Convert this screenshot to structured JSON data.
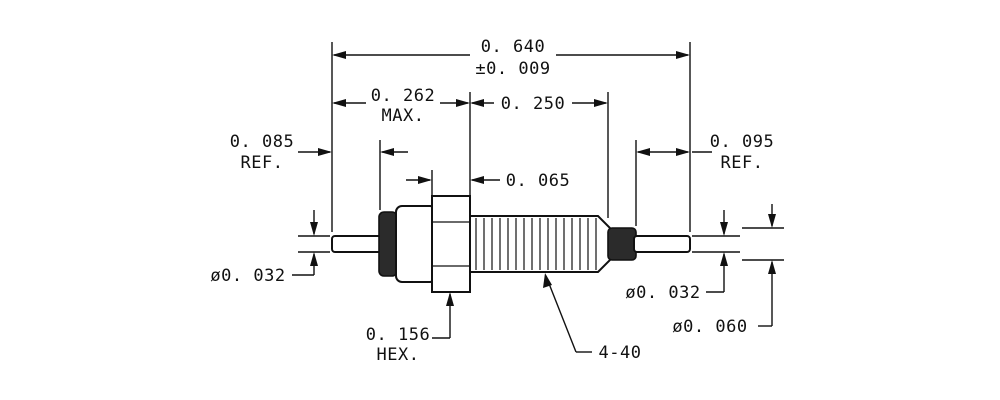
{
  "drawing": {
    "colors": {
      "ink": "#111111",
      "paper": "#ffffff"
    },
    "dimensions": {
      "overall_length": "0. 640",
      "overall_tolerance": "±0. 009",
      "head_length": "0. 262",
      "head_length_note": "MAX.",
      "thread_length": "0. 250",
      "left_pin_length": "0. 085",
      "left_pin_note": "REF.",
      "right_pin_length": "0. 095",
      "right_pin_note": "REF.",
      "collar_width": "0. 065",
      "left_pin_diameter": "ø0. 032",
      "right_pin_diameter": "ø0. 032",
      "shoulder_diameter": "ø0. 060",
      "hex_size": "0. 156",
      "hex_note": "HEX.",
      "thread_callout": "4-40"
    }
  }
}
